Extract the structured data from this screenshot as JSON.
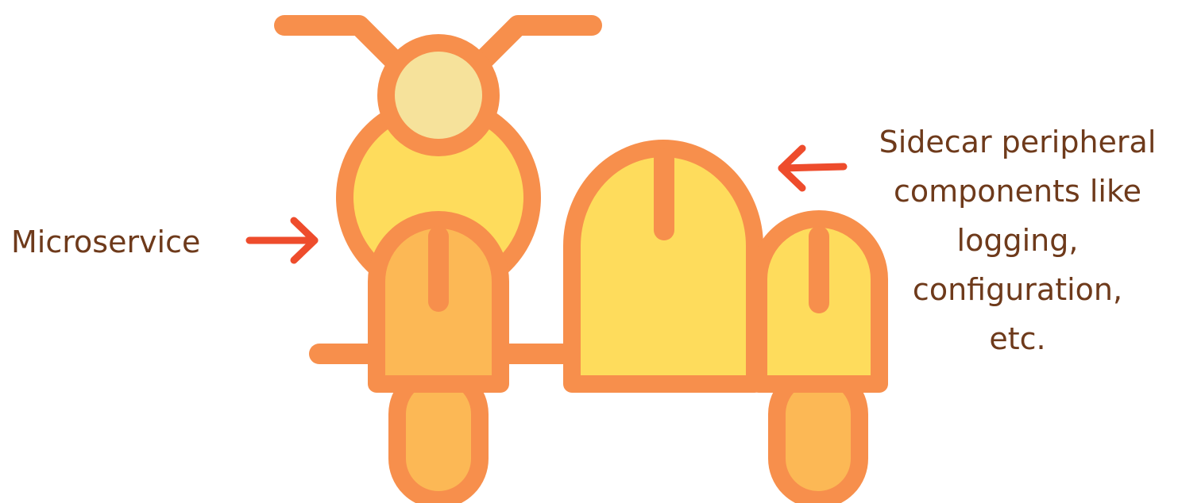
{
  "colors": {
    "outline": "#f78f4c",
    "head_light": "#f6e29b",
    "body_yellow": "#fedc5c",
    "wheel_orange": "#fcb855",
    "arrow_red": "#ee4c2c",
    "text_brown": "#6e3a1b",
    "background": "#ffffff"
  },
  "labels": {
    "microservice": "Microservice",
    "sidecar_lines": [
      "Sidecar peripheral",
      "components like",
      "logging,",
      "configuration,",
      "etc."
    ]
  },
  "icons": {
    "illustration": "motorcycle-with-sidecar-icon",
    "arrow_to_bike": "arrow-right-icon",
    "arrow_to_sidecar": "arrow-left-icon"
  }
}
